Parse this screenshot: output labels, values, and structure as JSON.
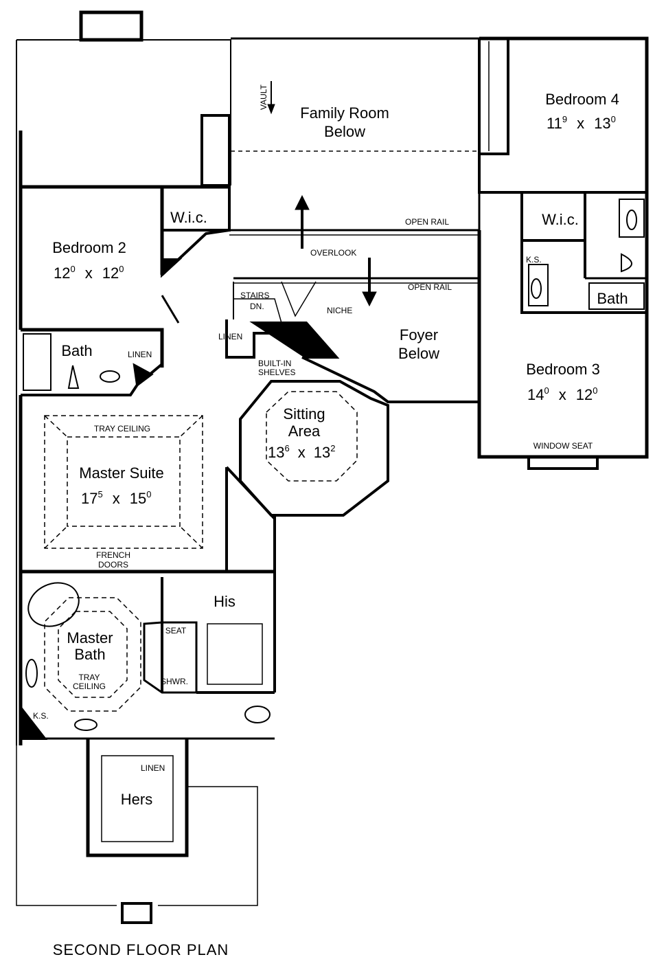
{
  "plan_title": "SECOND FLOOR PLAN",
  "rooms": {
    "family_room": {
      "name": "Family Room",
      "sub": "Below"
    },
    "bedroom4": {
      "name": "Bedroom 4",
      "w": "11",
      "w_in": "9",
      "d": "13",
      "d_in": "0"
    },
    "bedroom2": {
      "name": "Bedroom 2",
      "w": "12",
      "w_in": "0",
      "d": "12",
      "d_in": "0"
    },
    "bedroom3": {
      "name": "Bedroom 3",
      "w": "14",
      "w_in": "0",
      "d": "12",
      "d_in": "0"
    },
    "foyer": {
      "name": "Foyer",
      "sub": "Below"
    },
    "sitting": {
      "name": "Sitting",
      "name2": "Area",
      "w": "13",
      "w_in": "6",
      "d": "13",
      "d_in": "2"
    },
    "master_suite": {
      "name": "Master Suite",
      "w": "17",
      "w_in": "5",
      "d": "15",
      "d_in": "0"
    },
    "master_bath": {
      "name": "Master",
      "name2": "Bath"
    },
    "his": {
      "name": "His"
    },
    "hers": {
      "name": "Hers"
    },
    "bath_left": {
      "name": "Bath"
    },
    "bath_right": {
      "name": "Bath"
    },
    "wic_left": {
      "name": "W.i.c."
    },
    "wic_right": {
      "name": "W.i.c."
    }
  },
  "labels": {
    "vault": "VAULT",
    "open_rail_1": "OPEN RAIL",
    "open_rail_2": "OPEN RAIL",
    "overlook": "OVERLOOK",
    "stairs": "STAIRS",
    "dn": "DN.",
    "niche": "NICHE",
    "linen_1": "LINEN",
    "linen_2": "LINEN",
    "linen_3": "LINEN",
    "builtin_1": "BUILT-IN",
    "builtin_2": "SHELVES",
    "ks_1": "K.S.",
    "ks_2": "K.S.",
    "tray_ceiling": "TRAY CEILING",
    "tray_1": "TRAY",
    "tray_2": "CEILING",
    "french_1": "FRENCH",
    "french_2": "DOORS",
    "window_seat": "WINDOW SEAT",
    "seat": "SEAT",
    "shwr": "SHWR.",
    "x": "x"
  }
}
